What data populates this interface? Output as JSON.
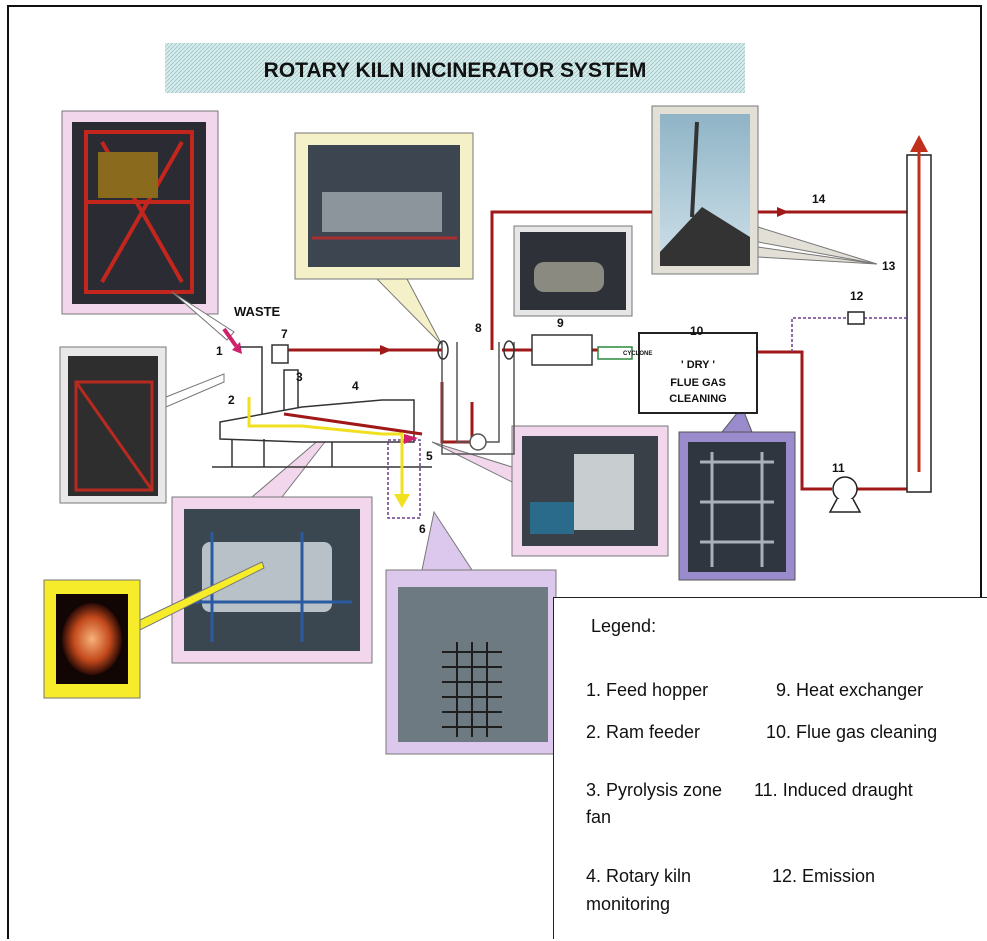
{
  "title": "ROTARY KILN INCINERATOR SYSTEM",
  "labels": {
    "waste": "WASTE",
    "cyclone": "CYCLONE",
    "dry_box": [
      "' DRY '",
      "FLUE GAS",
      "CLEANING"
    ],
    "numbers": [
      "1",
      "2",
      "3",
      "4",
      "5",
      "6",
      "7",
      "8",
      "9",
      "10",
      "11",
      "12",
      "13",
      "14"
    ]
  },
  "legend": {
    "title": "Legend:",
    "rows": [
      {
        "left": "1. Feed hopper",
        "right": "9. Heat exchanger"
      },
      {
        "left": "2. Ram feeder",
        "right": "10. Flue gas cleaning"
      },
      {
        "left": "3. Pyrolysis zone",
        "right": "11. Induced draught",
        "cont": "fan"
      },
      {
        "left": "4. Rotary kiln",
        "right": "12. Emission",
        "cont": "monitoring"
      }
    ]
  },
  "colors": {
    "pipe": "#a01818",
    "ash_flow": "#f0e020",
    "title_bg": "#cfe6e6",
    "callout_pink": "#f2d6ec",
    "callout_yellow": "#f4f0c8",
    "callout_purple": "#dcc8ec",
    "callout_gray": "#e6e6e6",
    "callout_lavender": "#9a8ccc",
    "callout_brightyellow": "#f6ec2a"
  }
}
